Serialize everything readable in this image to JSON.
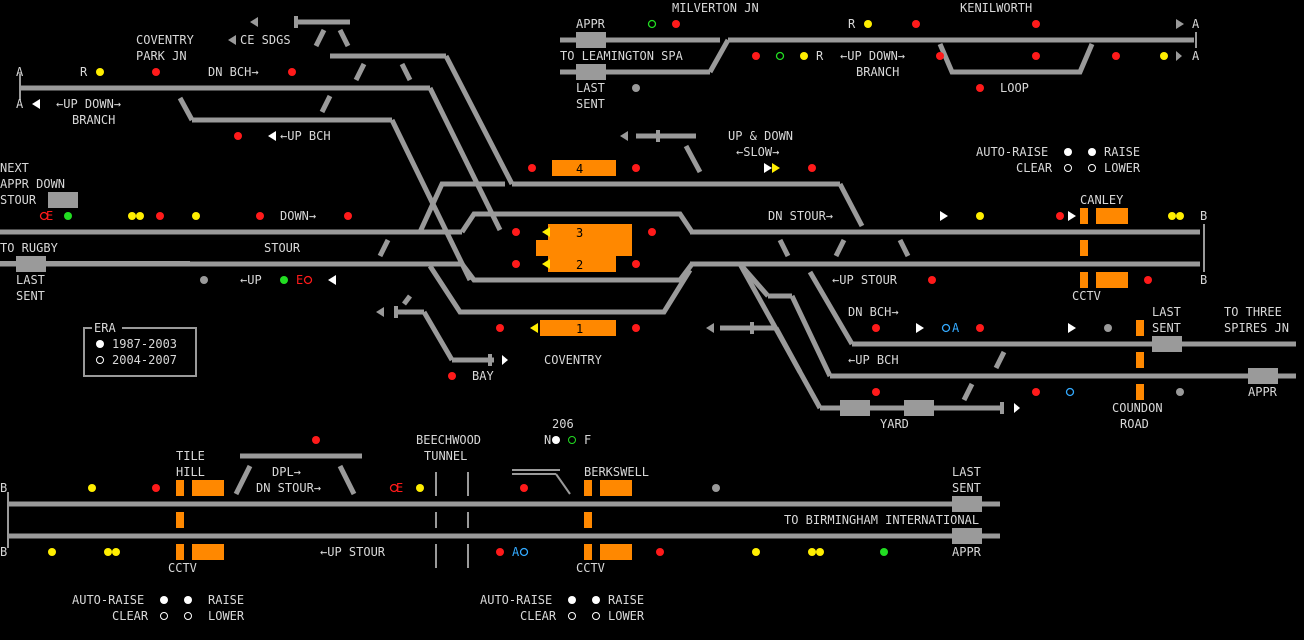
{
  "colors": {
    "background": "#000000",
    "track": "#9a9a9a",
    "text": "#d8d8d8",
    "platform": "#ff8800",
    "signal_red": "#ff1a1a",
    "signal_yellow": "#ffee00",
    "signal_green": "#22dd22",
    "signal_blue": "#33aaff"
  },
  "upper_diagram": {
    "locations": {
      "coventry_park_jn": [
        "COVENTRY",
        "PARK JN"
      ],
      "ce_sdgs": "CE SDGS",
      "milverton_jn": "MILVERTON JN",
      "kenilworth": "KENILWORTH",
      "to_leamington": "TO LEAMINGTON SPA",
      "appr_top": "APPR",
      "last_sent_top": [
        "LAST",
        "SENT"
      ],
      "loop": "LOOP",
      "up_down_branch_left": [
        "←UP DOWN→",
        "BRANCH"
      ],
      "up_down_branch_mid": [
        "←UP DOWN→",
        "BRANCH"
      ],
      "dn_bch_top": "DN BCH→",
      "up_bch_left": "←UP BCH",
      "up_down_slow": [
        "UP & DOWN",
        "←SLOW→"
      ],
      "next_appr": [
        "NEXT",
        "APPR DOWN",
        "STOUR"
      ],
      "to_rugby": "TO RUGBY",
      "last_sent_left": [
        "LAST",
        "SENT"
      ],
      "down_arrow": "DOWN→",
      "stour": "STOUR",
      "up_left": "←UP",
      "dn_stour_right": "DN STOUR→",
      "up_stour_right": "←UP STOUR",
      "canley": "CANLEY",
      "cctv_upper": "CCTV",
      "dn_bch_right": "DN BCH→",
      "up_bch_right": "←UP BCH",
      "last_sent_right": [
        "LAST",
        "SENT"
      ],
      "to_three_spires": [
        "TO THREE",
        "SPIRES JN"
      ],
      "appr_right": "APPR",
      "coundon_road": [
        "COUNDON",
        "ROAD"
      ],
      "yard": "YARD",
      "coventry": "COVENTRY",
      "bay": "BAY"
    },
    "platforms": [
      "4",
      "3",
      "2",
      "1"
    ],
    "boundary_letters": [
      "A",
      "A",
      "A",
      "A",
      "B",
      "B",
      "R",
      "R",
      "R",
      "E",
      "E",
      "A"
    ],
    "era_box": {
      "title": "ERA",
      "option_1": "1987-2003",
      "option_2": "2004-2007"
    },
    "controls": {
      "auto_raise": "AUTO-RAISE",
      "raise": "RAISE",
      "clear": "CLEAR",
      "lower": "LOWER"
    }
  },
  "lower_diagram": {
    "locations": {
      "tile_hill": [
        "TILE",
        "HILL"
      ],
      "dpl": "DPL→",
      "dn_stour": "DN STOUR→",
      "beechwood_tunnel": [
        "BEECHWOOD",
        "TUNNEL"
      ],
      "berkswell": "BERKSWELL",
      "signal_206": "206",
      "n": "N",
      "f": "F",
      "last_sent": [
        "LAST",
        "SENT"
      ],
      "to_birmingham": "TO BIRMINGHAM INTERNATIONAL",
      "appr": "APPR",
      "up_stour": "←UP STOUR",
      "cctv_1": "CCTV",
      "cctv_2": "CCTV",
      "e_label": "E",
      "a_label": "A"
    },
    "boundary_letters": [
      "B",
      "B"
    ],
    "controls_left": {
      "auto_raise": "AUTO-RAISE",
      "raise": "RAISE",
      "clear": "CLEAR",
      "lower": "LOWER"
    },
    "controls_right": {
      "auto_raise": "AUTO-RAISE",
      "raise": "RAISE",
      "clear": "CLEAR",
      "lower": "LOWER"
    }
  }
}
